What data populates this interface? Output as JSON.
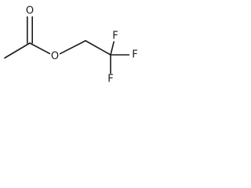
{
  "structure": {
    "atoms": [
      {
        "id": "c_methyl"
      },
      {
        "id": "c_carbonyl"
      },
      {
        "id": "o_carbonyl",
        "label": "O"
      },
      {
        "id": "o_ester",
        "label": "O"
      },
      {
        "id": "c_methylene"
      },
      {
        "id": "c_cf3"
      },
      {
        "id": "f_top",
        "label": "F"
      },
      {
        "id": "f_right",
        "label": "F"
      },
      {
        "id": "f_bottom",
        "label": "F"
      }
    ],
    "bonds": [
      {
        "from": "c_methyl",
        "to": "c_carbonyl",
        "order": 1
      },
      {
        "from": "c_carbonyl",
        "to": "o_carbonyl",
        "order": 2
      },
      {
        "from": "c_carbonyl",
        "to": "o_ester",
        "order": 1
      },
      {
        "from": "o_ester",
        "to": "c_methylene",
        "order": 1
      },
      {
        "from": "c_methylene",
        "to": "c_cf3",
        "order": 1
      },
      {
        "from": "c_cf3",
        "to": "f_top",
        "order": 1
      },
      {
        "from": "c_cf3",
        "to": "f_right",
        "order": 1
      },
      {
        "from": "c_cf3",
        "to": "f_bottom",
        "order": 1
      }
    ]
  }
}
